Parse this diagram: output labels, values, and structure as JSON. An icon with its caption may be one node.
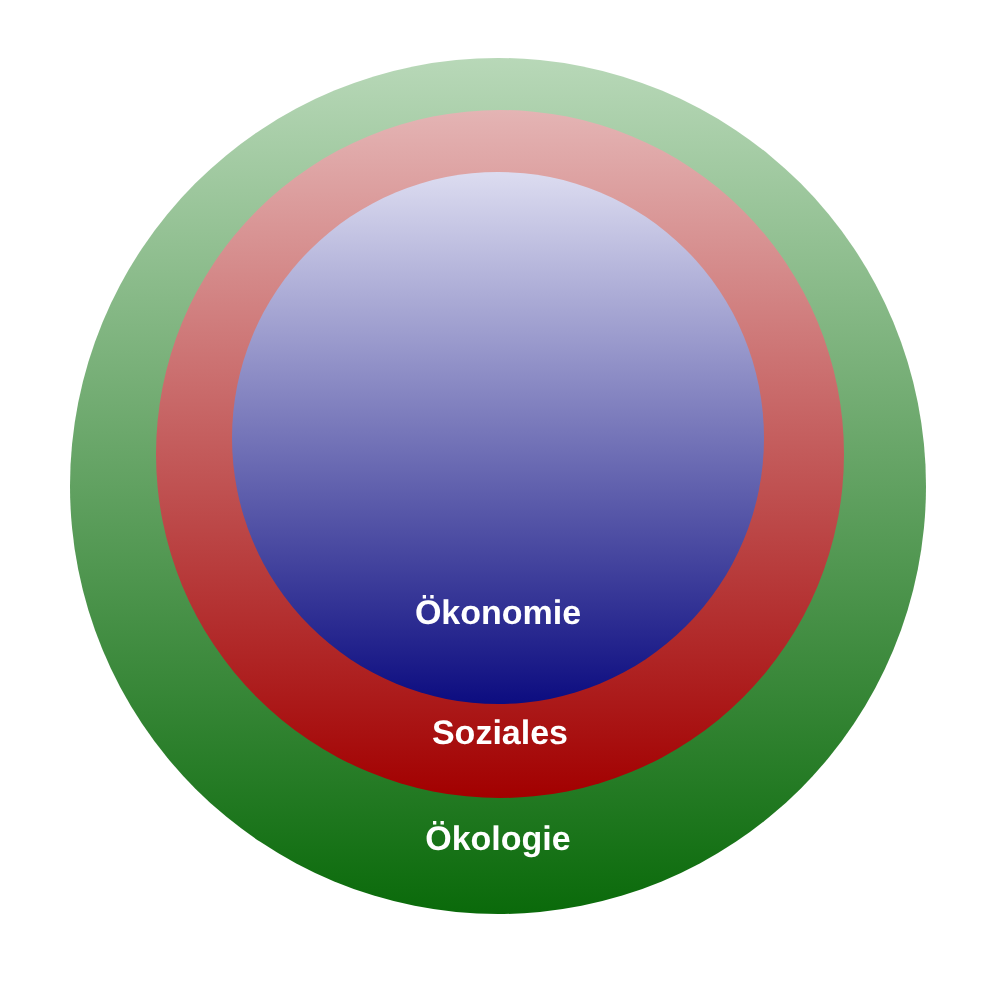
{
  "diagram": {
    "nodes": [
      {
        "text": [
          "Ökologie"
        ]
      },
      {
        "text": [
          "Soziales"
        ],
        "in": 0
      },
      {
        "text": [
          "Ökonomie"
        ],
        "in": 1
      }
    ]
  }
}
